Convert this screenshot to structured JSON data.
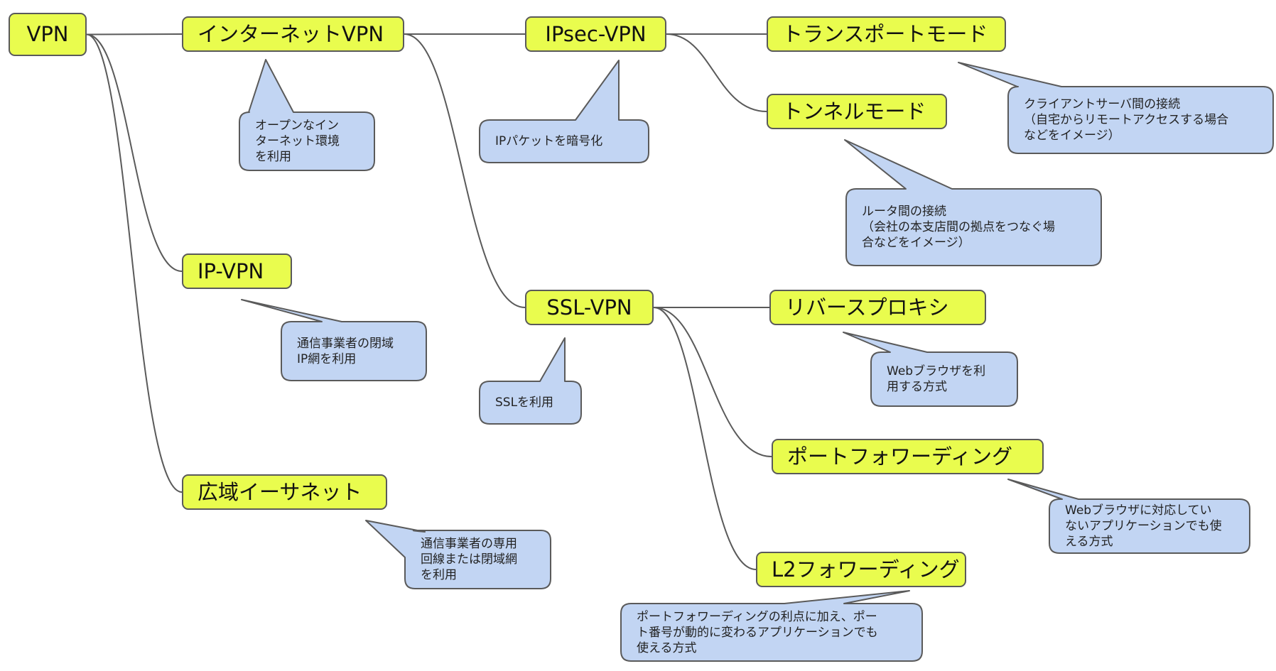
{
  "diagram": {
    "title": "VPN",
    "colors": {
      "node_fill": "#e9fc4e",
      "note_fill": "#c2d5f3",
      "stroke": "#5a5a5a",
      "background": "#ffffff"
    },
    "nodes": [
      {
        "id": "vpn",
        "label": "VPN"
      },
      {
        "id": "internet-vpn",
        "label": "インターネットVPN",
        "parent": "vpn"
      },
      {
        "id": "ip-vpn",
        "label": "IP-VPN",
        "parent": "vpn"
      },
      {
        "id": "wide-area-ethernet",
        "label": "広域イーサネット",
        "parent": "vpn"
      },
      {
        "id": "ipsec-vpn",
        "label": "IPsec-VPN",
        "parent": "internet-vpn"
      },
      {
        "id": "ssl-vpn",
        "label": "SSL-VPN",
        "parent": "internet-vpn"
      },
      {
        "id": "transport-mode",
        "label": "トランスポートモード",
        "parent": "ipsec-vpn"
      },
      {
        "id": "tunnel-mode",
        "label": "トンネルモード",
        "parent": "ipsec-vpn"
      },
      {
        "id": "reverse-proxy",
        "label": "リバースプロキシ",
        "parent": "ssl-vpn"
      },
      {
        "id": "port-forwarding",
        "label": "ポートフォワーディング",
        "parent": "ssl-vpn"
      },
      {
        "id": "l2-forwarding",
        "label": "L2フォワーディング",
        "parent": "ssl-vpn"
      }
    ],
    "notes": [
      {
        "id": "note-internet-vpn",
        "target": "internet-vpn",
        "text": "オープンなイン\nターネット環境\nを利用"
      },
      {
        "id": "note-ipsec-vpn",
        "target": "ipsec-vpn",
        "text": "IPパケットを暗号化"
      },
      {
        "id": "note-transport-mode",
        "target": "transport-mode",
        "text": "クライアントサーバ間の接続\n（自宅からリモートアクセスする場合\nなどをイメージ）"
      },
      {
        "id": "note-tunnel-mode",
        "target": "tunnel-mode",
        "text": "ルータ間の接続\n（会社の本支店間の拠点をつなぐ場\n合などをイメージ）"
      },
      {
        "id": "note-ip-vpn",
        "target": "ip-vpn",
        "text": "通信事業者の閉域\nIP網を利用"
      },
      {
        "id": "note-wide-area-ethernet",
        "target": "wide-area-ethernet",
        "text": "通信事業者の専用\n回線または閉域網\nを利用"
      },
      {
        "id": "note-ssl-vpn",
        "target": "ssl-vpn",
        "text": "SSLを利用"
      },
      {
        "id": "note-reverse-proxy",
        "target": "reverse-proxy",
        "text": "Webブラウザを利\n用する方式"
      },
      {
        "id": "note-port-forwarding",
        "target": "port-forwarding",
        "text": "Webブラウザに対応してい\nないアプリケーションでも使\nえる方式"
      },
      {
        "id": "note-l2-forwarding",
        "target": "l2-forwarding",
        "text": "ポートフォワーディングの利点に加え、ポー\nト番号が動的に変わるアプリケーションでも\n使える方式"
      }
    ]
  }
}
